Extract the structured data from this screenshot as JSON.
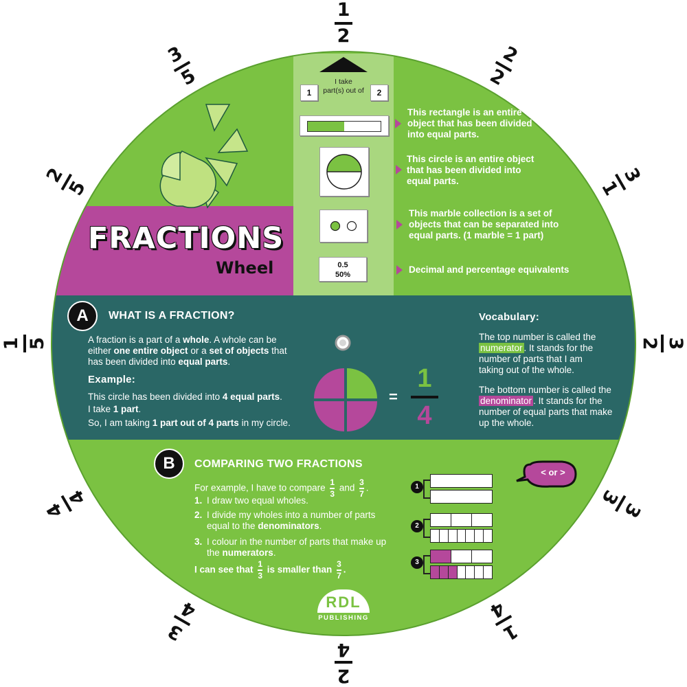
{
  "rim": {
    "top": {
      "num": "1",
      "den": "2"
    },
    "upper_right": {
      "num": "2",
      "den": "2"
    },
    "right_top": {
      "num": "3",
      "den": "1"
    },
    "right": {
      "num": "3",
      "den": "2"
    },
    "right_bottom": {
      "num": "3",
      "den": "3"
    },
    "lower_right": {
      "num": "1",
      "den": "4"
    },
    "bottom": {
      "num": "2",
      "den": "4"
    },
    "lower_left": {
      "num": "3",
      "den": "4"
    },
    "left_bottom": {
      "num": "4",
      "den": "4"
    },
    "left": {
      "num": "1",
      "den": "5"
    },
    "left_top": {
      "num": "2",
      "den": "5"
    },
    "upper_left": {
      "num": "3",
      "den": "5"
    }
  },
  "window": {
    "i_take": "I take",
    "parts_out_of": "part(s) out of",
    "numerator_value": "1",
    "denominator_value": "2",
    "decimal": "0.5",
    "percent": "50%",
    "bar_fill_fraction": 0.5
  },
  "descriptions": {
    "rectangle": "This rectangle is an entire object that has been divided into equal parts.",
    "circle": "This circle is an entire object that has been divided into equal parts.",
    "marbles": "This marble collection is a set of objects that can be separated into equal parts. (1 marble = 1 part)",
    "decimal": "Decimal and percentage equivalents"
  },
  "title": {
    "main": "FRACTIONS",
    "sub": "Wheel"
  },
  "section_a": {
    "badge": "A",
    "heading": "WHAT IS A FRACTION?",
    "intro_parts": [
      "A fraction is a part of a ",
      "whole",
      ". A whole can be either ",
      "one entire object",
      " or a ",
      "set of objects",
      " that has been divided into ",
      "equal parts",
      "."
    ],
    "example_heading": "Example:",
    "line1_parts": [
      "This circle has been divided into ",
      "4 equal parts",
      "."
    ],
    "line2_parts": [
      "I take ",
      "1 part",
      "."
    ],
    "line3_parts": [
      "So, I am taking ",
      "1 part out of 4 parts",
      " in my circle."
    ],
    "equals": "=",
    "fraction_num": "1",
    "fraction_den": "4",
    "vocab_heading": "Vocabulary:",
    "vocab1_parts": [
      "The top number is called the ",
      "numerator",
      ". It stands for the number of parts that I am taking out of the whole."
    ],
    "vocab2_parts": [
      "The bottom number is called the ",
      "denominator",
      ". It stands for the number of equal parts that make up the whole."
    ]
  },
  "section_b": {
    "badge": "B",
    "heading": "COMPARING TWO FRACTIONS",
    "intro": "For example, I have to compare",
    "and": "and",
    "frac1": {
      "num": "1",
      "den": "3"
    },
    "frac2": {
      "num": "3",
      "den": "7"
    },
    "period": ".",
    "steps": [
      {
        "n": "1.",
        "parts": [
          "I draw two equal wholes.",
          "",
          ""
        ]
      },
      {
        "n": "2.",
        "parts": [
          "I divide my wholes into a number of parts equal to the ",
          "denominators",
          "."
        ]
      },
      {
        "n": "3.",
        "parts": [
          "I colour in the number of parts that make up the ",
          "numerators",
          "."
        ]
      }
    ],
    "conclusion_a": "I can see that",
    "conclusion_b": "is smaller than",
    "diagram_labels": [
      "1",
      "2",
      "3"
    ],
    "compare_bubble": "< or >"
  },
  "logo": {
    "letters": "RDL",
    "word": "PUBLISHING"
  },
  "colors": {
    "green": "#7bc242",
    "light_green": "#a9d77f",
    "teal": "#2a6766",
    "magenta": "#b5489b",
    "numerator_highlight": "#7bc242",
    "denominator_highlight": "#b5489b"
  }
}
